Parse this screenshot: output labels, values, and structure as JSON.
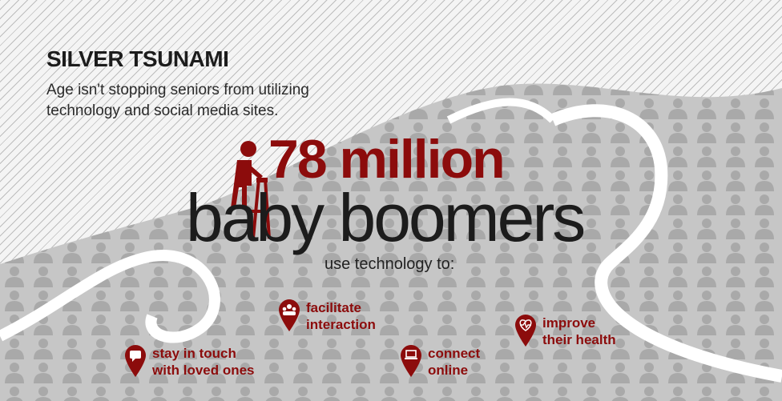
{
  "header": {
    "title": "SILVER TSUNAMI",
    "subtitle_lines": [
      "Age isn't stopping seniors from utilizing",
      "technology and social media sites."
    ]
  },
  "headline": {
    "number": "78 million",
    "phrase": "baby boomers"
  },
  "lead_in": "use technology to:",
  "uses": [
    {
      "icon": "people-icon",
      "lines": [
        "facilitate",
        "interaction"
      ]
    },
    {
      "icon": "chat-icon",
      "lines": [
        "stay in touch",
        "with loved ones"
      ]
    },
    {
      "icon": "laptop-icon",
      "lines": [
        "connect",
        "online"
      ]
    },
    {
      "icon": "heartbeat-icon",
      "lines": [
        "improve",
        "their health"
      ]
    }
  ],
  "colors": {
    "accent": "#8c0c0c",
    "text": "#1c1c1c",
    "wave": "#c6c6c6",
    "people": "#a9a9a9"
  }
}
